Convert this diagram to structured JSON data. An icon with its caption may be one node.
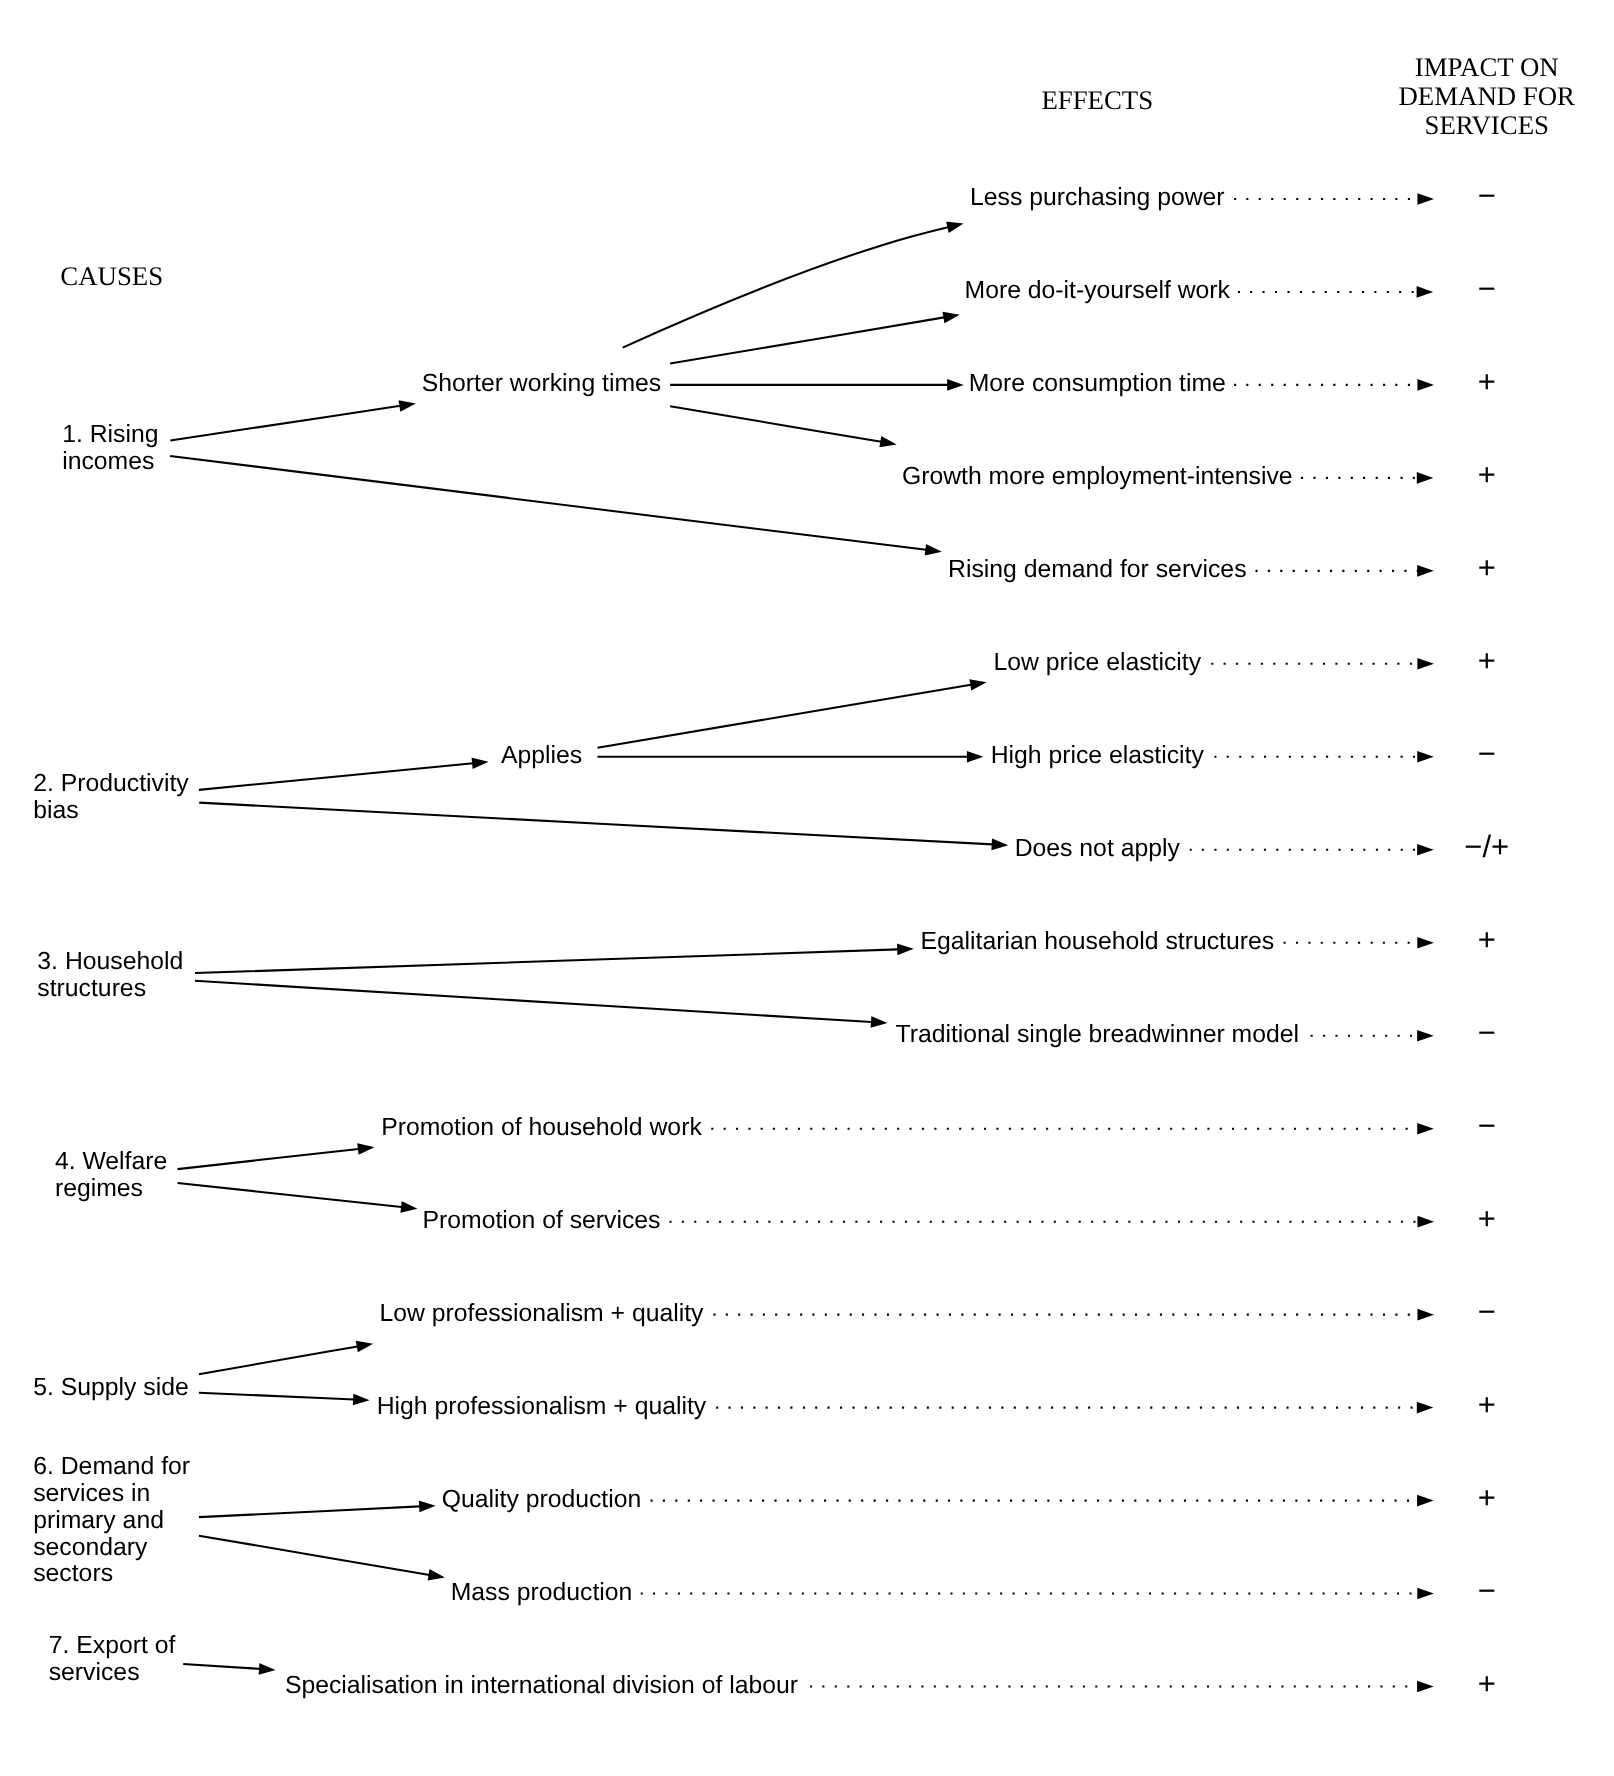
{
  "diagram": {
    "nodes": [
      {
        "text": [
          "1. Rising incomes"
        ]
      },
      {
        "text": [
          "Rising demand for services"
        ]
      },
      {
        "text": [
          "+"
        ]
      },
      {
        "text": [
          "Shorter working times"
        ]
      },
      {
        "text": [
          "More do-it-yourself work"
        ]
      },
      {
        "text": [
          "−"
        ]
      },
      {
        "text": [
          "More consumption time"
        ]
      },
      {
        "text": [
          "+"
        ]
      },
      {
        "text": [
          "Growth more employment-intensive"
        ]
      },
      {
        "text": [
          "+"
        ]
      },
      {
        "text": [
          "Less purchasing power"
        ]
      },
      {
        "text": [
          "−"
        ]
      },
      {
        "text": [
          "2. Productivity bias"
        ]
      },
      {
        "text": [
          "Does not apply"
        ]
      },
      {
        "text": [
          "−/+"
        ]
      },
      {
        "text": [
          "Applies"
        ]
      },
      {
        "text": [
          "High price elasticity"
        ]
      },
      {
        "text": [
          "−"
        ]
      },
      {
        "text": [
          "Low price elasticity"
        ]
      },
      {
        "text": [
          "+"
        ]
      },
      {
        "text": [
          "3. Household structures"
        ]
      },
      {
        "text": [
          "Traditional single breadwinner model"
        ]
      },
      {
        "text": [
          "−"
        ]
      },
      {
        "text": [
          "Egalitarian household structures"
        ]
      },
      {
        "text": [
          "+"
        ]
      },
      {
        "text": [
          "4. Welfare regimes"
        ]
      },
      {
        "text": [
          "Promotion of services"
        ]
      },
      {
        "text": [
          "+"
        ]
      },
      {
        "text": [
          "Promotion of household work"
        ]
      },
      {
        "text": [
          "−"
        ]
      },
      {
        "text": [
          "5. Supply side"
        ]
      },
      {
        "text": [
          "High professionalism + quality"
        ]
      },
      {
        "text": [
          "+"
        ]
      },
      {
        "text": [
          "Low professionalism + quality"
        ]
      },
      {
        "text": [
          "−"
        ]
      },
      {
        "text": [
          "6. Demand for services in primary and secondary sectors"
        ]
      },
      {
        "text": [
          "Mass production"
        ]
      },
      {
        "text": [
          "−"
        ]
      },
      {
        "text": [
          "Quality production"
        ]
      },
      {
        "text": [
          "+"
        ]
      },
      {
        "text": [
          "7. Export of services"
        ]
      },
      {
        "text": [
          "Specialisation in international division of labour"
        ]
      },
      {
        "text": [
          "+"
        ]
      }
    ],
    "edges": [
      {
        "from": 0,
        "to": 1,
        "arrow": "to"
      },
      {
        "from": 1,
        "to": 2,
        "arrow": "to",
        "style": "dashed"
      },
      {
        "from": 0,
        "to": 3,
        "arrow": "to"
      },
      {
        "from": 3,
        "to": 4,
        "arrow": "to"
      },
      {
        "from": 4,
        "to": 5,
        "arrow": "to",
        "style": "dashed"
      },
      {
        "from": 3,
        "to": 6,
        "arrow": "to"
      },
      {
        "from": 6,
        "to": 7,
        "arrow": "to",
        "style": "dashed"
      },
      {
        "from": 3,
        "to": 8,
        "arrow": "to"
      },
      {
        "from": 8,
        "to": 9,
        "arrow": "to",
        "style": "dashed"
      },
      {
        "from": 3,
        "to": 10,
        "arrow": "to"
      },
      {
        "from": 10,
        "to": 11,
        "arrow": "to",
        "style": "dashed"
      },
      {
        "from": 12,
        "to": 13,
        "arrow": "to"
      },
      {
        "from": 13,
        "to": 14,
        "arrow": "to",
        "style": "dashed"
      },
      {
        "from": 12,
        "to": 15,
        "arrow": "to"
      },
      {
        "from": 15,
        "to": 16,
        "arrow": "to"
      },
      {
        "from": 16,
        "to": 17,
        "arrow": "to",
        "style": "dashed"
      },
      {
        "from": 15,
        "to": 18,
        "arrow": "to"
      },
      {
        "from": 18,
        "to": 19,
        "arrow": "to",
        "style": "dashed"
      },
      {
        "from": 20,
        "to": 21,
        "arrow": "to"
      },
      {
        "from": 21,
        "to": 22,
        "arrow": "to",
        "style": "dashed"
      },
      {
        "from": 20,
        "to": 23,
        "arrow": "to"
      },
      {
        "from": 23,
        "to": 24,
        "arrow": "to",
        "style": "dashed"
      },
      {
        "from": 25,
        "to": 26,
        "arrow": "to"
      },
      {
        "from": 26,
        "to": 27,
        "arrow": "to",
        "style": "dashed"
      },
      {
        "from": 25,
        "to": 28,
        "arrow": "to"
      },
      {
        "from": 28,
        "to": 29,
        "arrow": "to",
        "style": "dashed"
      },
      {
        "from": 30,
        "to": 31,
        "arrow": "to"
      },
      {
        "from": 31,
        "to": 32,
        "arrow": "to",
        "style": "dashed"
      },
      {
        "from": 30,
        "to": 33,
        "arrow": "to"
      },
      {
        "from": 33,
        "to": 34,
        "arrow": "to",
        "style": "dashed"
      },
      {
        "from": 35,
        "to": 36,
        "arrow": "to"
      },
      {
        "from": 36,
        "to": 37,
        "arrow": "to",
        "style": "dashed"
      },
      {
        "from": 35,
        "to": 38,
        "arrow": "to"
      },
      {
        "from": 38,
        "to": 39,
        "arrow": "to",
        "style": "dashed"
      },
      {
        "from": 40,
        "to": 41,
        "arrow": "to"
      },
      {
        "from": 41,
        "to": 42,
        "arrow": "to",
        "style": "dashed"
      }
    ],
    "labels": [
      "CAUSES",
      "EFFECTS",
      "IMPACT ON DEMAND FOR SERVICES"
    ]
  }
}
